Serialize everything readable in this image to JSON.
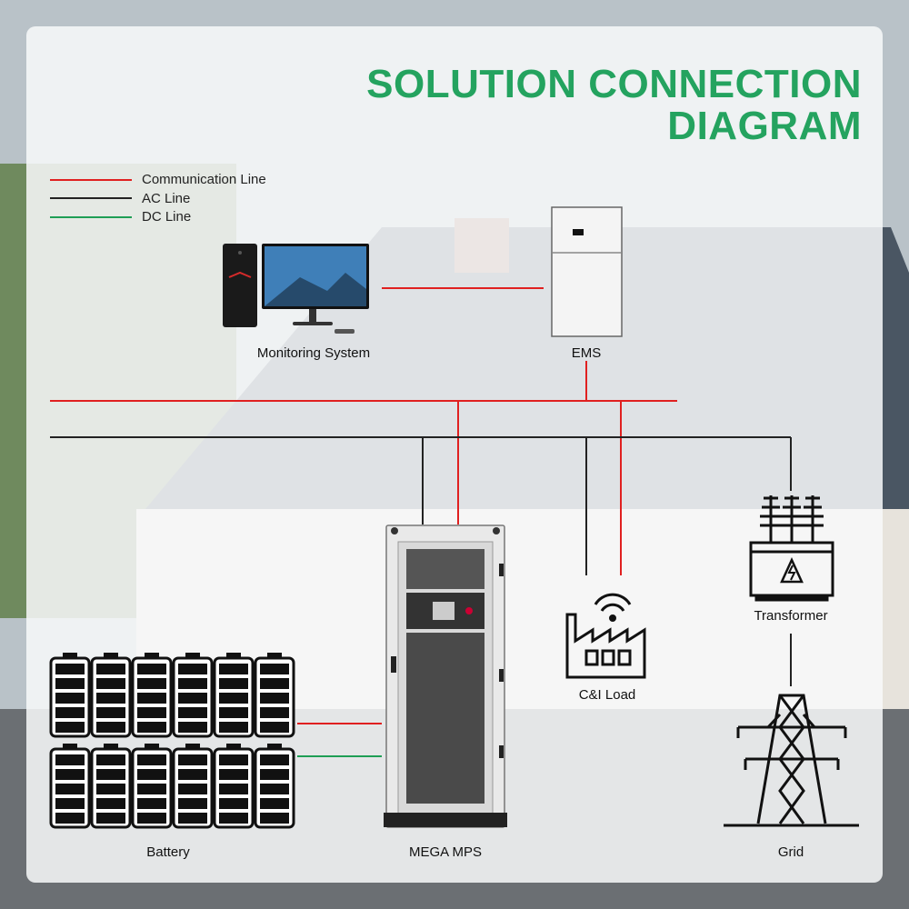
{
  "title": {
    "line1": "SOLUTION CONNECTION",
    "line2": "DIAGRAM"
  },
  "legend": [
    {
      "label": "Communication Line",
      "color": "#e02020"
    },
    {
      "label": "AC Line",
      "color": "#222222"
    },
    {
      "label": "DC Line",
      "color": "#1e9e55"
    }
  ],
  "nodes": {
    "monitoring": "Monitoring System",
    "ems": "EMS",
    "ci_load": "C&I Load",
    "transformer": "Transformer",
    "battery": "Battery",
    "mega_mps": "MEGA MPS",
    "grid": "Grid"
  },
  "colors": {
    "accent": "#24a35f",
    "comm": "#e02020",
    "ac": "#222222",
    "dc": "#1e9e55"
  }
}
